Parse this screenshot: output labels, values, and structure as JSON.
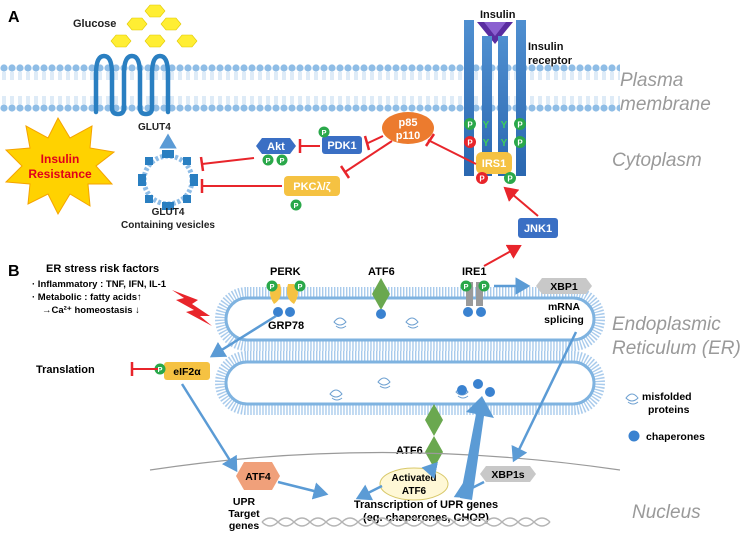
{
  "panels": {
    "a": "A",
    "b": "B"
  },
  "compartments": {
    "plasma_membrane_1": "Plasma",
    "plasma_membrane_2": "membrane",
    "cytoplasm": "Cytoplasm",
    "er_1": "Endoplasmic",
    "er_2": "Reticulum (ER)",
    "nucleus": "Nucleus"
  },
  "panel_a": {
    "glucose": "Glucose",
    "insulin": "Insulin",
    "insulin_receptor_1": "Insulin",
    "insulin_receptor_2": "receptor",
    "glut4": "GLUT4",
    "glut4_vesicles_1": "GLUT4",
    "glut4_vesicles_2": "Containing vesicles",
    "insulin_resistance_1": "Insulin",
    "insulin_resistance_2": "Resistance",
    "akt": "Akt",
    "pdk1": "PDK1",
    "p85": "p85",
    "p110": "p110",
    "pkc": "PKCλ/ζ",
    "irs1": "IRS1",
    "jnk1": "JNK1",
    "phospho": "P",
    "tyrosine": "Y"
  },
  "panel_b": {
    "risk_title": "ER stress risk factors",
    "risk_1": "· Inflammatory : TNF, IFN, IL-1",
    "risk_2": "· Metabolic : fatty acids↑",
    "risk_3": "→Ca²⁺ homeostasis ↓",
    "perk": "PERK",
    "atf6": "ATF6",
    "ire1": "IRE1",
    "grp78": "GRP78",
    "xbp1": "XBP1",
    "mrna": "mRNA",
    "splicing": "splicing",
    "translation": "Translation",
    "eif2a": "eIF2α",
    "atf6_lower": "ATF6",
    "activated_1": "Activated",
    "activated_2": "ATF6",
    "atf4": "ATF4",
    "xbp1s": "XBP1s",
    "transcription_1": "Transcription of UPR genes",
    "transcription_2": "(eg. chaperones, CHOP)",
    "upr_1": "UPR",
    "upr_2": "Target",
    "upr_3": "genes",
    "legend_misfolded_1": "misfolded",
    "legend_misfolded_2": "proteins",
    "legend_chaperones": "chaperones"
  },
  "colors": {
    "activation_arrow": "#e8252b",
    "upr_arrow": "#5b9bd5",
    "kinase_blue": "#3a6fc4",
    "pkc_yellow": "#f5c242",
    "p85_orange": "#ec7b2e",
    "phospho_green": "#2aa84a",
    "atf6_green": "#6aa84f",
    "membrane_blue": "#7fb3e0",
    "compartment_label": "#999999"
  }
}
